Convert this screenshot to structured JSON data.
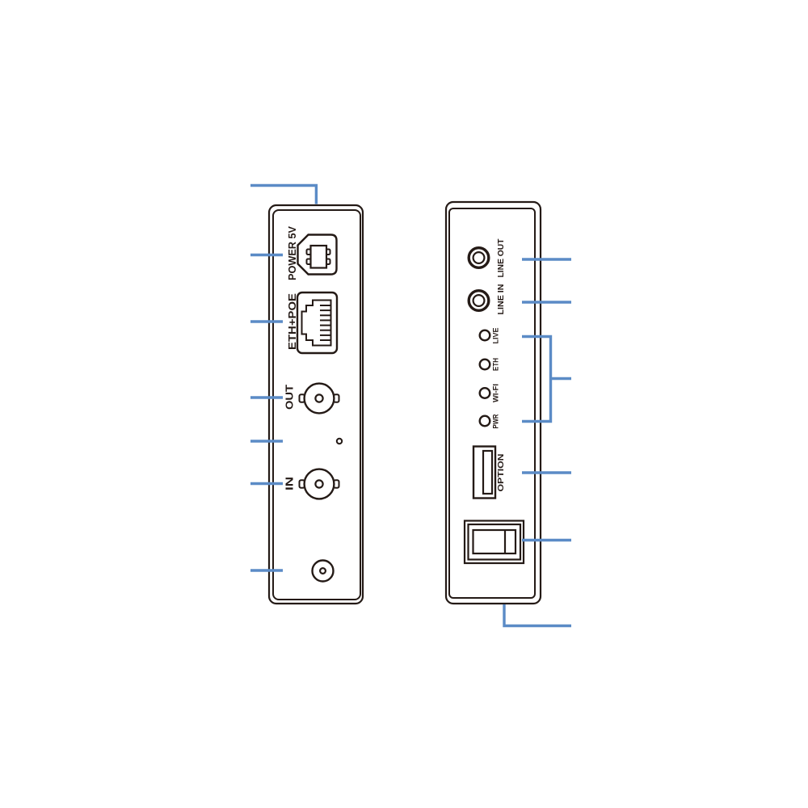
{
  "colors": {
    "background": "#ffffff",
    "outline": "#241a16",
    "callout": "#5b8bc6"
  },
  "left_panel": {
    "labels": {
      "power": "POWER 5V",
      "eth_poe": "ETH+POE",
      "out": "OUT",
      "in": "IN"
    }
  },
  "right_panel": {
    "labels": {
      "line_out": "LINE OUT",
      "line_in": "LINE IN",
      "live": "LIVE",
      "eth": "ETH",
      "wifi": "WI-FI",
      "pwr": "PWR",
      "option": "OPTION"
    }
  },
  "icons": {
    "usb_b_port": "usb-type-b-outline",
    "rj45_port": "ethernet-jack-outline",
    "bnc_out": "bnc-connector-circle-with-lugs",
    "bnc_in": "bnc-connector-circle-with-lugs",
    "reset_hole": "small-circle",
    "power_connector": "circle-with-dot",
    "jack_line_out": "double-circle-audio-jack",
    "jack_line_in": "double-circle-audio-jack",
    "led_indicator": "small-circle",
    "usb_a_port": "usb-type-a-outline",
    "power_switch": "rocker-switch-outline"
  }
}
